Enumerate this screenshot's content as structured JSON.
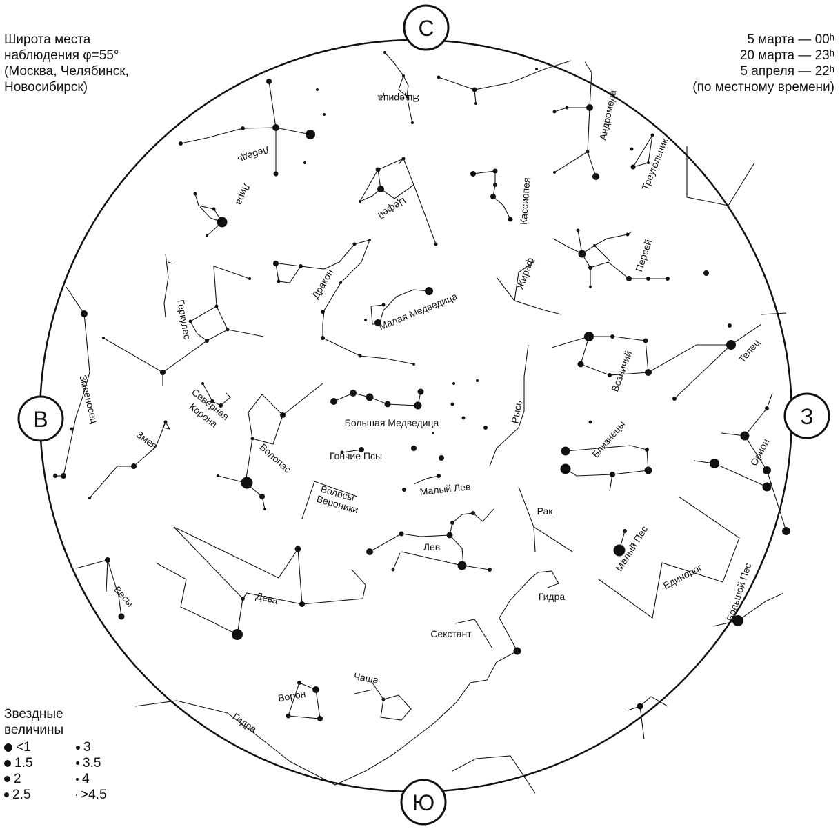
{
  "location": {
    "line1": "Широта места",
    "line2": "наблюдения φ=55°",
    "line3": "(Москва, Челябинск,",
    "line4": "Новосибирск)"
  },
  "times": {
    "line1": "5 марта — 00ʰ",
    "line2": "20 марта — 23ʰ",
    "line3": "5 апреля — 22ʰ",
    "line4": "(по местному времени)"
  },
  "directions": {
    "north": "С",
    "south": "Ю",
    "east": "В",
    "west": "З"
  },
  "legend": {
    "title1": "Звездные",
    "title2": "величины",
    "items": [
      "<1",
      "1.5",
      "2",
      "2.5",
      "3",
      "3.5",
      "4",
      ">4.5"
    ]
  },
  "constellations": {
    "lizard": "Ящерица",
    "andromeda": "Андромеда",
    "cygnus": "Лебедь",
    "triangulum": "Треугольник",
    "lyra": "Лира",
    "cepheus": "Цефей",
    "cassiopeia": "Кассиопея",
    "perseus": "Персей",
    "camelopardalis": "Жираф",
    "draco": "Дракон",
    "hercules": "Геркулес",
    "ursa_minor": "Малая Медведица",
    "auriga": "Возничий",
    "taurus": "Телец",
    "ophiuchus": "Змееносец",
    "corona_1": "Северная",
    "corona_2": "Корона",
    "serpens": "Змея",
    "ursa_major": "Большая Медведица",
    "lynx": "Рысь",
    "gemini": "Близнецы",
    "orion": "Орион",
    "bootes": "Волопас",
    "canes": "Гончие Псы",
    "leo_minor": "Малый Лев",
    "coma_1": "Волосы",
    "coma_2": "Вероники",
    "cancer": "Рак",
    "canis_minor": "Малый Пес",
    "leo": "Лев",
    "monoceros": "Единорог",
    "canis_major": "Большой Пес",
    "libra": "Весы",
    "virgo": "Дева",
    "hydra_east": "Гидра",
    "sextans": "Секстант",
    "crater": "Чаша",
    "corvus": "Ворон",
    "hydra_south": "Гидра"
  },
  "colors": {
    "ink": "#111111",
    "background": "#ffffff"
  }
}
